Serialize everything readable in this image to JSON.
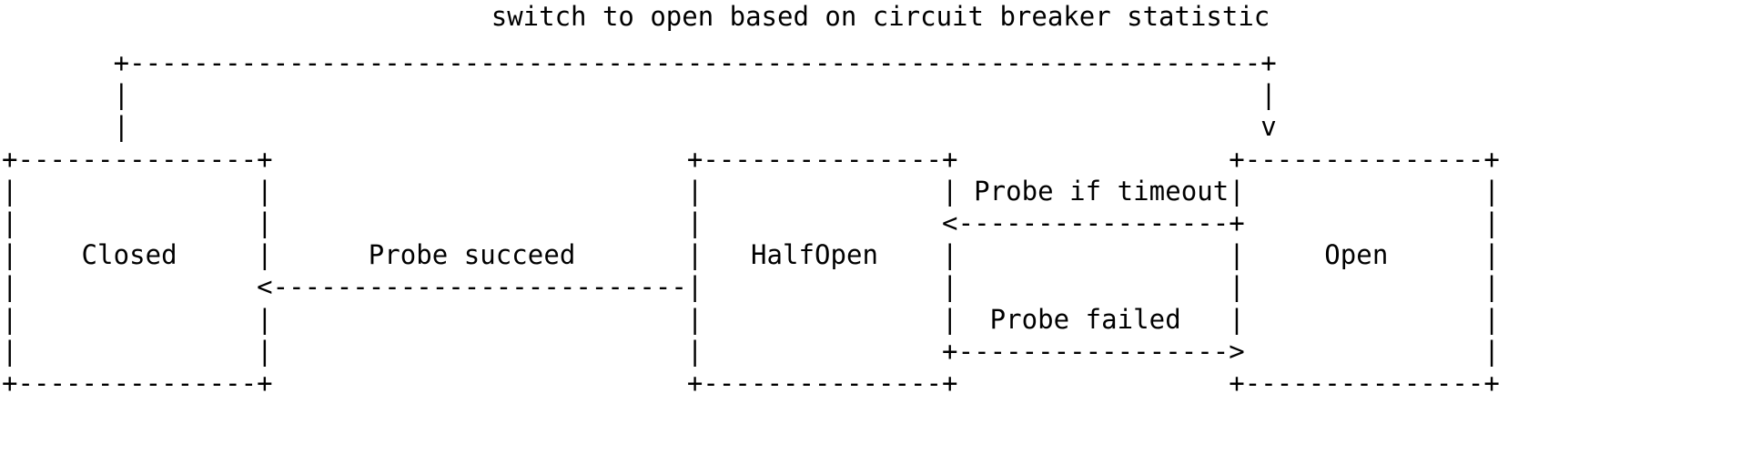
{
  "diagram": {
    "title": "switch to open based on circuit breaker statistic",
    "type": "ascii-state-machine",
    "states": [
      {
        "id": "closed",
        "label": "Closed"
      },
      {
        "id": "halfopen",
        "label": "HalfOpen"
      },
      {
        "id": "open",
        "label": "Open"
      }
    ],
    "transitions": [
      {
        "from": "closed",
        "to": "open",
        "label": "switch to open based on circuit breaker statistic",
        "style": "dashed",
        "arrow": "v",
        "route": "top"
      },
      {
        "from": "halfopen",
        "to": "closed",
        "label": "Probe succeed",
        "style": "dashed",
        "arrow": "<",
        "route": "left"
      },
      {
        "from": "open",
        "to": "halfopen",
        "label": "Probe if timeout",
        "style": "dashed",
        "arrow": "<",
        "route": "middle-upper"
      },
      {
        "from": "halfopen",
        "to": "open",
        "label": "Probe failed",
        "style": "dashed",
        "arrow": ">",
        "route": "middle-lower"
      }
    ],
    "labels": {
      "probe_succeed": "Probe succeed",
      "probe_if_timeout": "Probe if timeout",
      "probe_failed": "Probe failed"
    },
    "colors": {
      "background": "#ffffff",
      "foreground": "#000000"
    },
    "art": "       +-----------------------------------------------------------------------+\n       |                                                                       |\n       |                                                                       v\n+---------------+                          +---------------+                 +---------------+\n|               |                          |               | Probe if timeout|               |\n|               |                          |               <-----------------+               |\n|    Closed     |      Probe succeed       |   HalfOpen    |                 |     Open      |\n|               <--------------------------|               |                 |               |\n|               |                          |               |  Probe failed   |               |\n|               |                          |               +----------------->               |\n+---------------+                          +---------------+                 +---------------+"
  }
}
